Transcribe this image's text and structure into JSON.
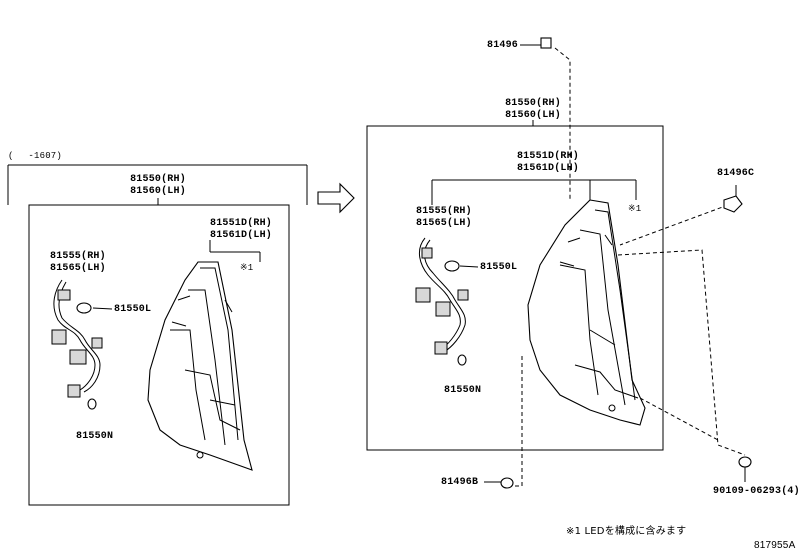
{
  "left_group": {
    "range": "(　 -1607)",
    "assembly_rh": "81550(RH)",
    "assembly_lh": "81560(LH)",
    "lens_rh": "81551D(RH)",
    "lens_lh": "81561D(LH)",
    "note_ref": "※1",
    "socket_rh": "81555(RH)",
    "socket_lh": "81565(LH)",
    "bulb_l": "81550L",
    "bulb_n": "81550N"
  },
  "right_group": {
    "clip_top": "81496",
    "assembly_rh": "81550(RH)",
    "assembly_lh": "81560(LH)",
    "lens_rh": "81551D(RH)",
    "lens_lh": "81561D(LH)",
    "note_ref": "※1",
    "socket_rh": "81555(RH)",
    "socket_lh": "81565(LH)",
    "bulb_l": "81550L",
    "bulb_n": "81550N",
    "clip_c": "81496C",
    "clip_b": "81496B",
    "screw": "90109-06293(4)"
  },
  "footnote": "※1 LEDを構成に含みます",
  "figure_id": "817955A"
}
